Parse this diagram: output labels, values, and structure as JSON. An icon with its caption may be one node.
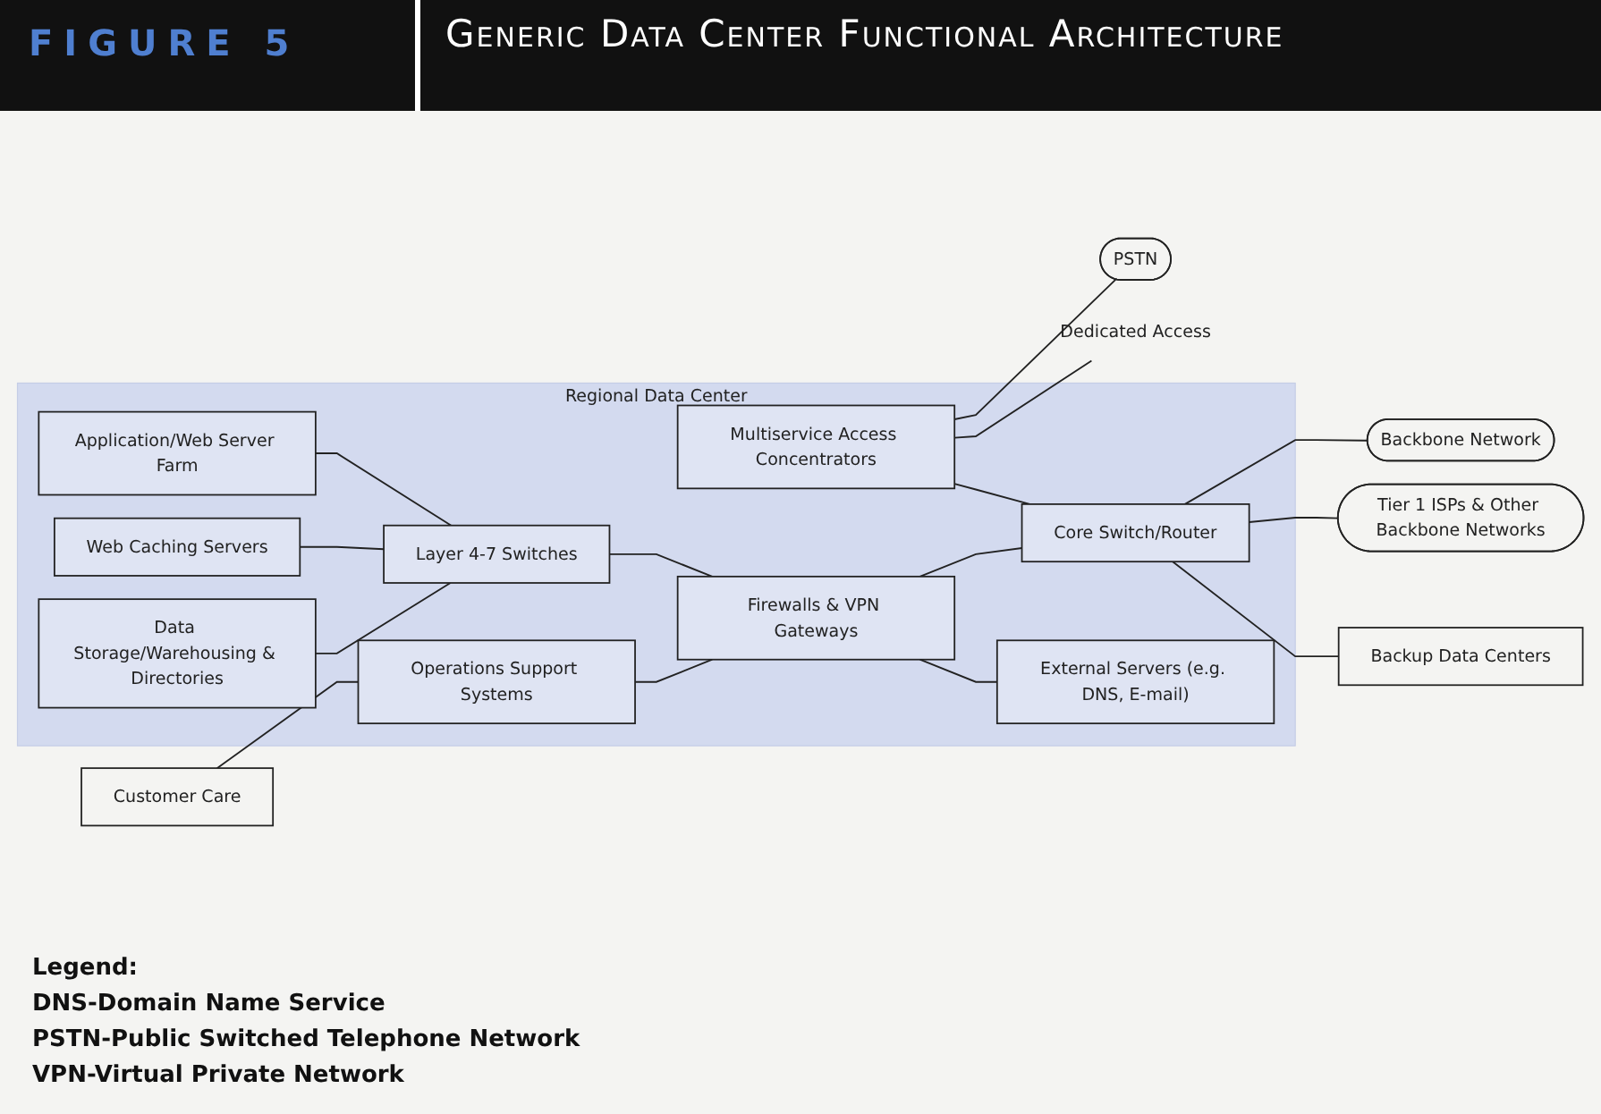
{
  "diagram": {
    "title": "Generic Data Center Functional Architecture",
    "nodes": [
      {
        "text": [
          "Regional Data Center"
        ]
      },
      {
        "text": [
          "Customer Care"
        ]
      },
      {
        "text": [
          "Application/Web Server Farm"
        ],
        "in": 0
      },
      {
        "text": [
          "Operations Support Systems"
        ],
        "in": 0
      },
      {
        "text": [
          "PSTN"
        ]
      },
      {
        "text": [
          "Multiservice Access Concentrators"
        ],
        "in": 0
      },
      {
        "text": [
          "Dedicated Access"
        ]
      },
      {
        "text": [
          "Web Caching Servers"
        ],
        "in": 0
      },
      {
        "text": [
          "Layer 4-7 Switches"
        ],
        "in": 0
      },
      {
        "text": [
          "Firewalls & VPN Gateways"
        ],
        "in": 0
      },
      {
        "text": [
          "Core Switch/Router"
        ],
        "in": 0
      },
      {
        "text": [
          "Backbone Network"
        ]
      },
      {
        "text": [
          "Data Storage/Warehousing & Directories"
        ],
        "in": 0
      },
      {
        "text": [
          "External Servers (e.g. DNS, E-mail)"
        ],
        "in": 0
      },
      {
        "text": [
          "Tier 1 ISPs & Other Backbone Networks"
        ]
      },
      {
        "text": [
          "Backup Data Centers"
        ]
      }
    ],
    "edges": [
      {
        "from": 1,
        "to": 3,
        "arrow": "none"
      },
      {
        "from": 3,
        "to": 9,
        "arrow": "none"
      },
      {
        "from": 2,
        "to": 8,
        "arrow": "none"
      },
      {
        "from": 7,
        "to": 8,
        "arrow": "none"
      },
      {
        "from": 12,
        "to": 8,
        "arrow": "none"
      },
      {
        "from": 8,
        "to": 9,
        "arrow": "none"
      },
      {
        "from": 9,
        "to": 13,
        "arrow": "none"
      },
      {
        "from": 9,
        "to": 10,
        "arrow": "none"
      },
      {
        "from": 5,
        "to": 10,
        "arrow": "none"
      },
      {
        "from": 5,
        "to": 6,
        "arrow": "none"
      },
      {
        "from": 5,
        "to": 4,
        "arrow": "none"
      },
      {
        "from": 10,
        "to": 15,
        "arrow": "none"
      },
      {
        "from": 10,
        "to": 14,
        "arrow": "none"
      },
      {
        "from": 10,
        "to": 11,
        "arrow": "none"
      }
    ],
    "labels": [
      "FIGURE 5",
      "Legend:",
      "DNS-Domain Name Service",
      "PSTN-Public Switched Telephone Network",
      "VPN-Virtual Private Network"
    ]
  }
}
